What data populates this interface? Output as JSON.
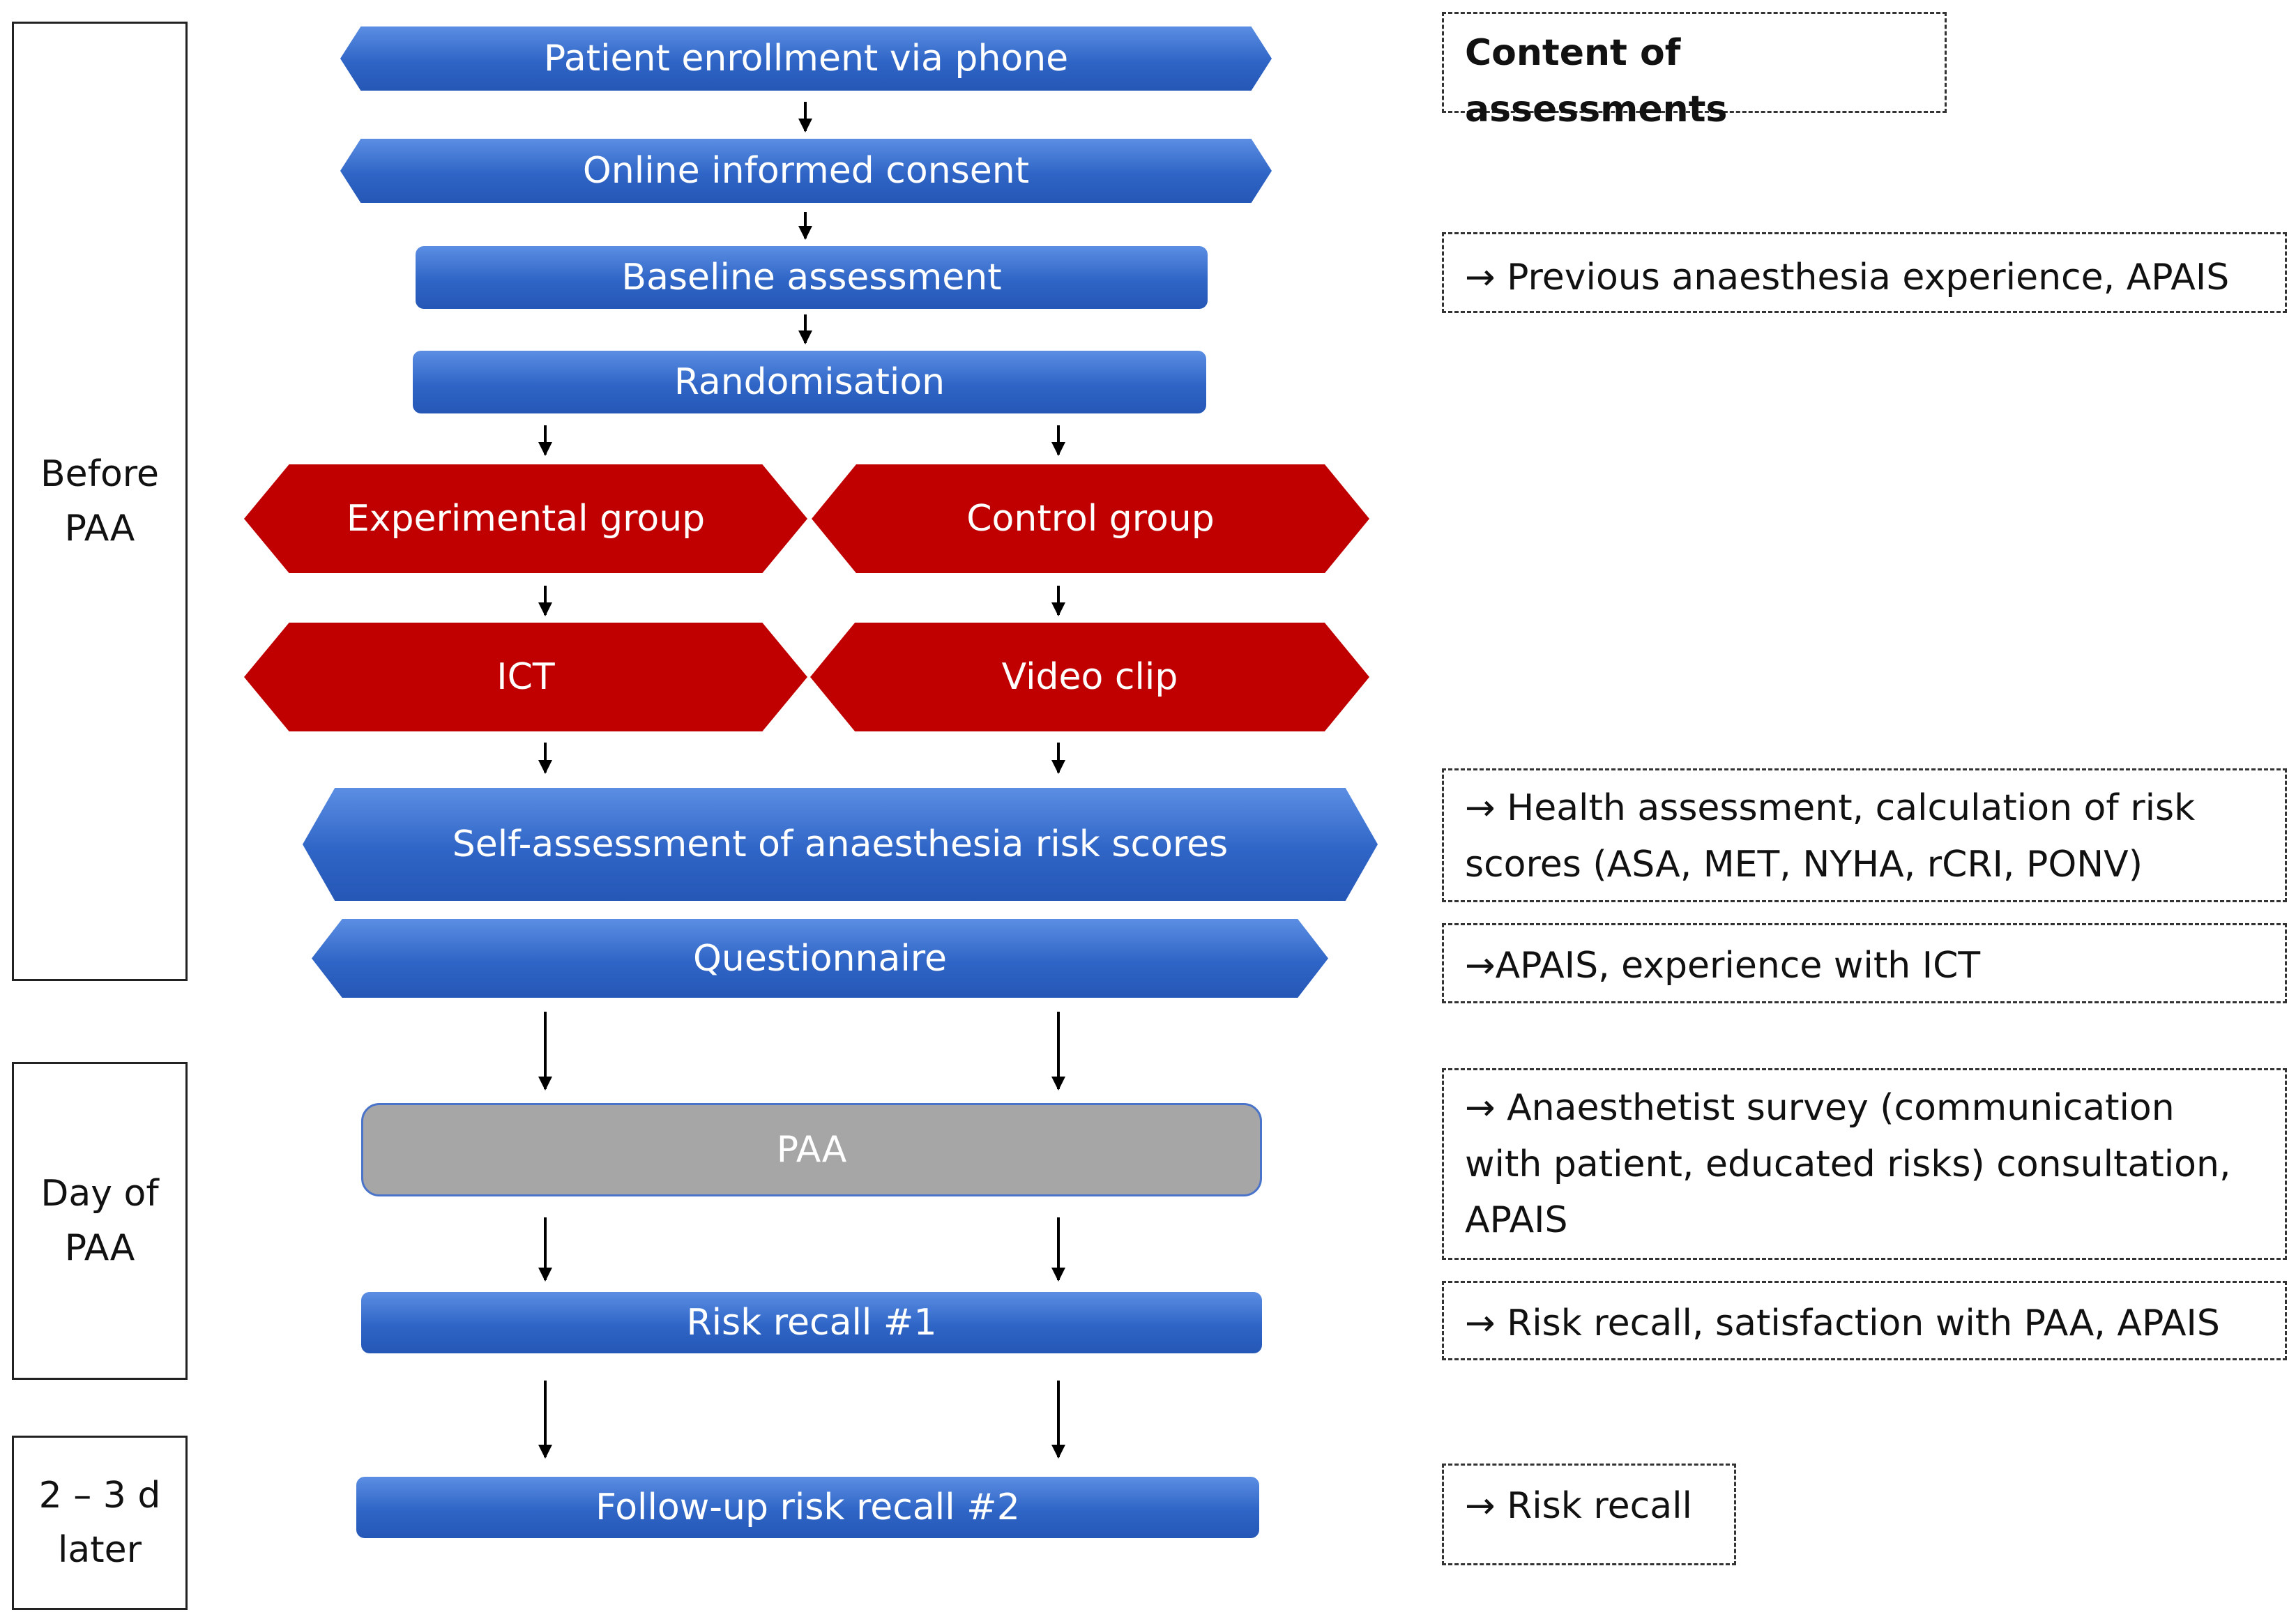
{
  "phases": {
    "before": "Before\nPAA",
    "day": "Day of\nPAA",
    "later": "2 – 3 d\nlater"
  },
  "flow": {
    "enrollment": "Patient enrollment via phone",
    "consent": "Online informed consent",
    "baseline": "Baseline assessment",
    "randomisation": "Randomisation",
    "experimental_group": "Experimental group",
    "control_group": "Control group",
    "ict": "ICT",
    "video_clip": "Video clip",
    "self_assessment": "Self-assessment of anaesthesia risk scores",
    "questionnaire": "Questionnaire",
    "paa": "PAA",
    "risk_recall_1": "Risk recall #1",
    "follow_up": "Follow-up risk recall #2"
  },
  "assessments": {
    "header": "Content of assessments",
    "baseline": "→ Previous anaesthesia experience, APAIS",
    "self_assessment": "→ Health assessment, calculation of risk\nscores (ASA, MET, NYHA, rCRI, PONV)",
    "questionnaire": "→APAIS, experience with  ICT",
    "paa": "→ Anaesthetist survey (communication\nwith patient, educated risks) consultation,\nAPAIS",
    "risk_recall_1": "→ Risk recall, satisfaction with PAA,  APAIS",
    "follow_up": "→ Risk recall"
  },
  "colors": {
    "blue": "#2f65c6",
    "red": "#c00000",
    "gray": "#a6a6a6"
  }
}
